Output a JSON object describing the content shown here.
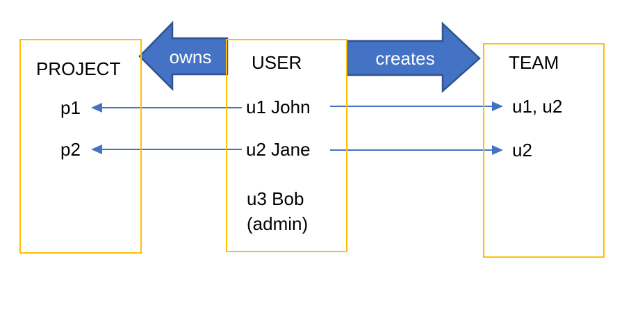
{
  "diagram": {
    "boxes": [
      {
        "title": "PROJECT",
        "rows": [
          "p1",
          "p2"
        ]
      },
      {
        "title": "USER",
        "rows": [
          "u1 John",
          "u2 Jane",
          "u3 Bob",
          "(admin)"
        ]
      },
      {
        "title": "TEAM",
        "rows": [
          "u1, u2",
          "u2"
        ]
      }
    ],
    "relation_arrows": [
      {
        "label": "owns",
        "direction": "left"
      },
      {
        "label": "creates",
        "direction": "right"
      }
    ],
    "connectors": [
      {
        "from": "u1 John",
        "to": "p1",
        "direction": "left"
      },
      {
        "from": "u2 Jane",
        "to": "p2",
        "direction": "left"
      },
      {
        "from": "u1 John",
        "to": "u1, u2",
        "direction": "right"
      },
      {
        "from": "u2 Jane",
        "to": "u2",
        "direction": "right"
      }
    ],
    "colors": {
      "box_border": "#FFC000",
      "arrow_fill": "#4472C4",
      "arrow_outline": "#2F528F",
      "connector": "#4472C4",
      "text": "#000000",
      "arrow_label_text": "#FFFFFF",
      "background": "#FFFFFF"
    }
  }
}
